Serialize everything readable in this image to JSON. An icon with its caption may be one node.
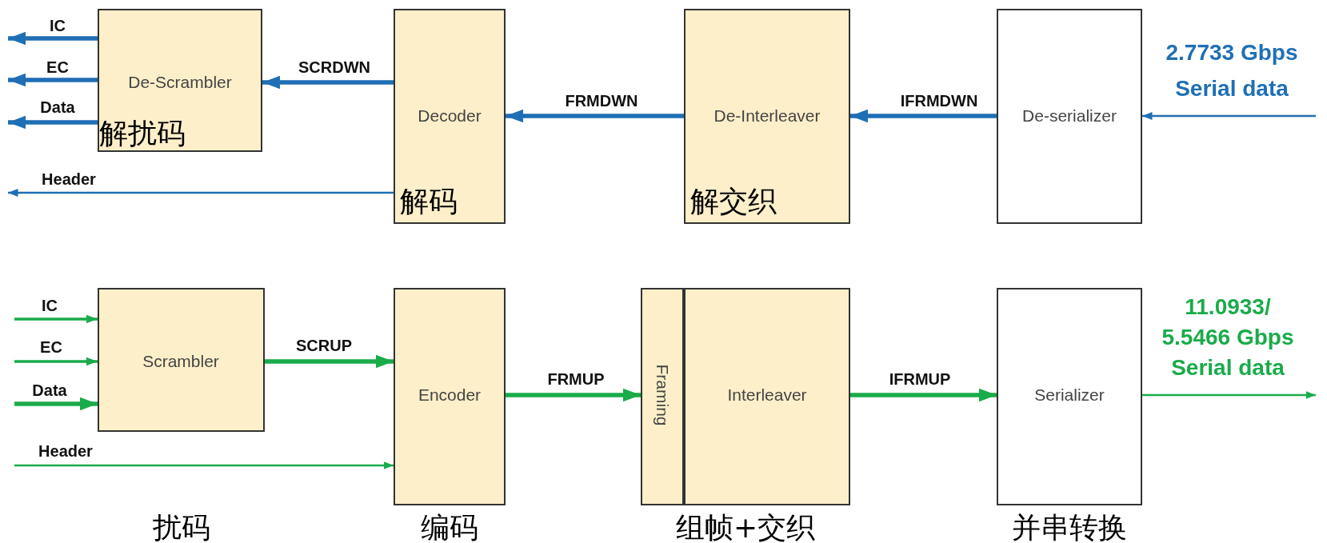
{
  "diagram": {
    "nodes": [
      {
        "text": [
          "De-Scrambler",
          "解扰码"
        ]
      },
      {
        "text": [
          "Decoder",
          "解码"
        ]
      },
      {
        "text": [
          "De-Interleaver",
          "解交织"
        ]
      },
      {
        "text": [
          "De-serializer"
        ]
      },
      {
        "text": [
          "Scrambler"
        ],
        "beside": [
          "扰码"
        ]
      },
      {
        "text": [
          "Encoder"
        ],
        "beside": [
          "编码"
        ]
      },
      {
        "text": [
          "Framing"
        ]
      },
      {
        "text": [
          "Interleaver"
        ]
      },
      {
        "text": [
          "Serializer"
        ],
        "beside": [
          "并串转换"
        ]
      }
    ],
    "edges": [
      {
        "from": 0,
        "to": null,
        "arrow": "to",
        "label": "IC",
        "color": "#1f6fb5"
      },
      {
        "from": 0,
        "to": null,
        "arrow": "to",
        "label": "EC",
        "color": "#1f6fb5"
      },
      {
        "from": 0,
        "to": null,
        "arrow": "to",
        "label": "Data",
        "color": "#1f6fb5"
      },
      {
        "from": 1,
        "to": null,
        "arrow": "to",
        "label": "Header",
        "color": "#1f6fb5"
      },
      {
        "from": 1,
        "to": 0,
        "arrow": "to",
        "label": "SCRDWN",
        "color": "#1f6fb5"
      },
      {
        "from": 2,
        "to": 1,
        "arrow": "to",
        "label": "FRMDWN",
        "color": "#1f6fb5"
      },
      {
        "from": 3,
        "to": 2,
        "arrow": "to",
        "label": "IFRMDWN",
        "color": "#1f6fb5"
      },
      {
        "from": null,
        "to": 3,
        "arrow": "to",
        "label": "2.7733 Gbps Serial data",
        "color": "#1f6fb5"
      },
      {
        "from": null,
        "to": 4,
        "arrow": "to",
        "label": "IC",
        "color": "#1aab4a"
      },
      {
        "from": null,
        "to": 4,
        "arrow": "to",
        "label": "EC",
        "color": "#1aab4a"
      },
      {
        "from": null,
        "to": 4,
        "arrow": "to",
        "label": "Data",
        "color": "#1aab4a"
      },
      {
        "from": null,
        "to": 5,
        "arrow": "to",
        "label": "Header",
        "color": "#1aab4a"
      },
      {
        "from": 4,
        "to": 5,
        "arrow": "to",
        "label": "SCRUP",
        "color": "#1aab4a"
      },
      {
        "from": 5,
        "to": 6,
        "arrow": "to",
        "label": "FRMUP",
        "color": "#1aab4a"
      },
      {
        "from": 7,
        "to": 8,
        "arrow": "to",
        "label": "IFRMUP",
        "color": "#1aab4a"
      },
      {
        "from": 8,
        "to": null,
        "arrow": "to",
        "label": "11.0933/ 5.5466 Gbps Serial data",
        "color": "#1aab4a"
      }
    ],
    "labels": [
      "组帧+交织"
    ]
  }
}
